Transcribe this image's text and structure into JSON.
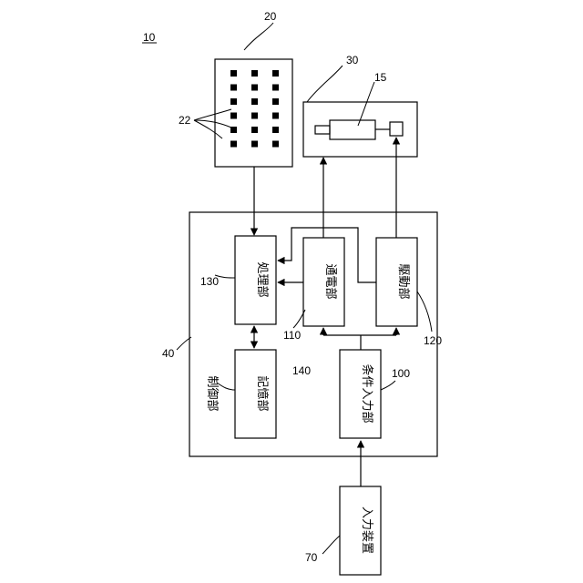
{
  "figure_ref": "10",
  "blocks": {
    "control_unit": {
      "ref": "40",
      "label": "制御部"
    },
    "condition_input": {
      "ref": "100",
      "label": "条件入力部"
    },
    "energization": {
      "ref": "110",
      "label": "通電部"
    },
    "drive": {
      "ref": "120",
      "label": "駆動部"
    },
    "processing": {
      "ref": "130",
      "label": "処理部"
    },
    "storage": {
      "ref": "140",
      "label": "記憶部"
    },
    "input_device": {
      "ref": "70",
      "label": "入力装置"
    },
    "sensor_array": {
      "ref": "20",
      "element_ref": "22"
    },
    "actuator_unit": {
      "ref": "30",
      "element_ref": "15"
    }
  }
}
